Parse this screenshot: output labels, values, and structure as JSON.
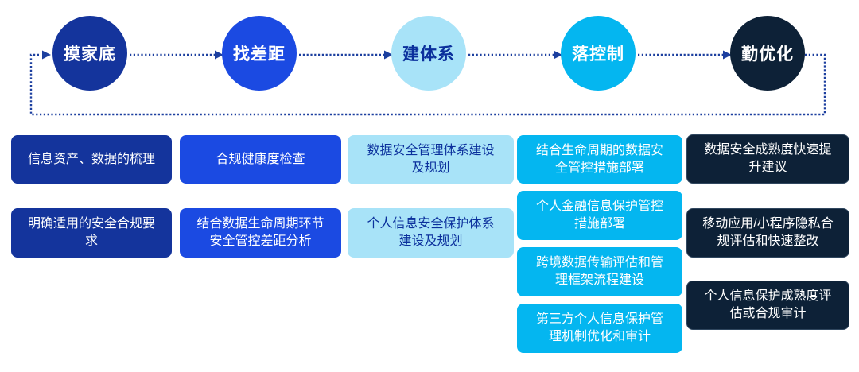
{
  "diagram": {
    "colors": {
      "navy": "#14349C",
      "blue": "#1B4AE2",
      "light_blue": "#A8E3F8",
      "cyan": "#04B6F0",
      "dark_navy": "#0D2137",
      "connector": "#1C3F9F",
      "text_on_light": "#0B309C",
      "background": "#FFFFFF"
    },
    "stages": [
      {
        "label": "摸家底",
        "theme": "navy",
        "items": [
          "信息资产、数据的梳理",
          "明确适用的安全合规要求"
        ]
      },
      {
        "label": "找差距",
        "theme": "blue",
        "items": [
          "合规健康度检查",
          "结合数据生命周期环节安全管控差距分析"
        ]
      },
      {
        "label": "建体系",
        "theme": "lightblue",
        "items": [
          "数据安全管理体系建设及规划",
          "个人信息安全保护体系建设及规划"
        ]
      },
      {
        "label": "落控制",
        "theme": "cyan",
        "items": [
          "结合生命周期的数据安全管控措施部署",
          "个人金融信息保护管控措施部署",
          "跨境数据传输评估和管理框架流程建设",
          "第三方个人信息保护管理机制优化和审计"
        ]
      },
      {
        "label": "勤优化",
        "theme": "dark",
        "items": [
          "数据安全成熟度快速提升建议",
          "移动应用/小程序隐私合规评估和快速整改",
          "个人信息保护成熟度评估或合规审计"
        ]
      }
    ]
  }
}
